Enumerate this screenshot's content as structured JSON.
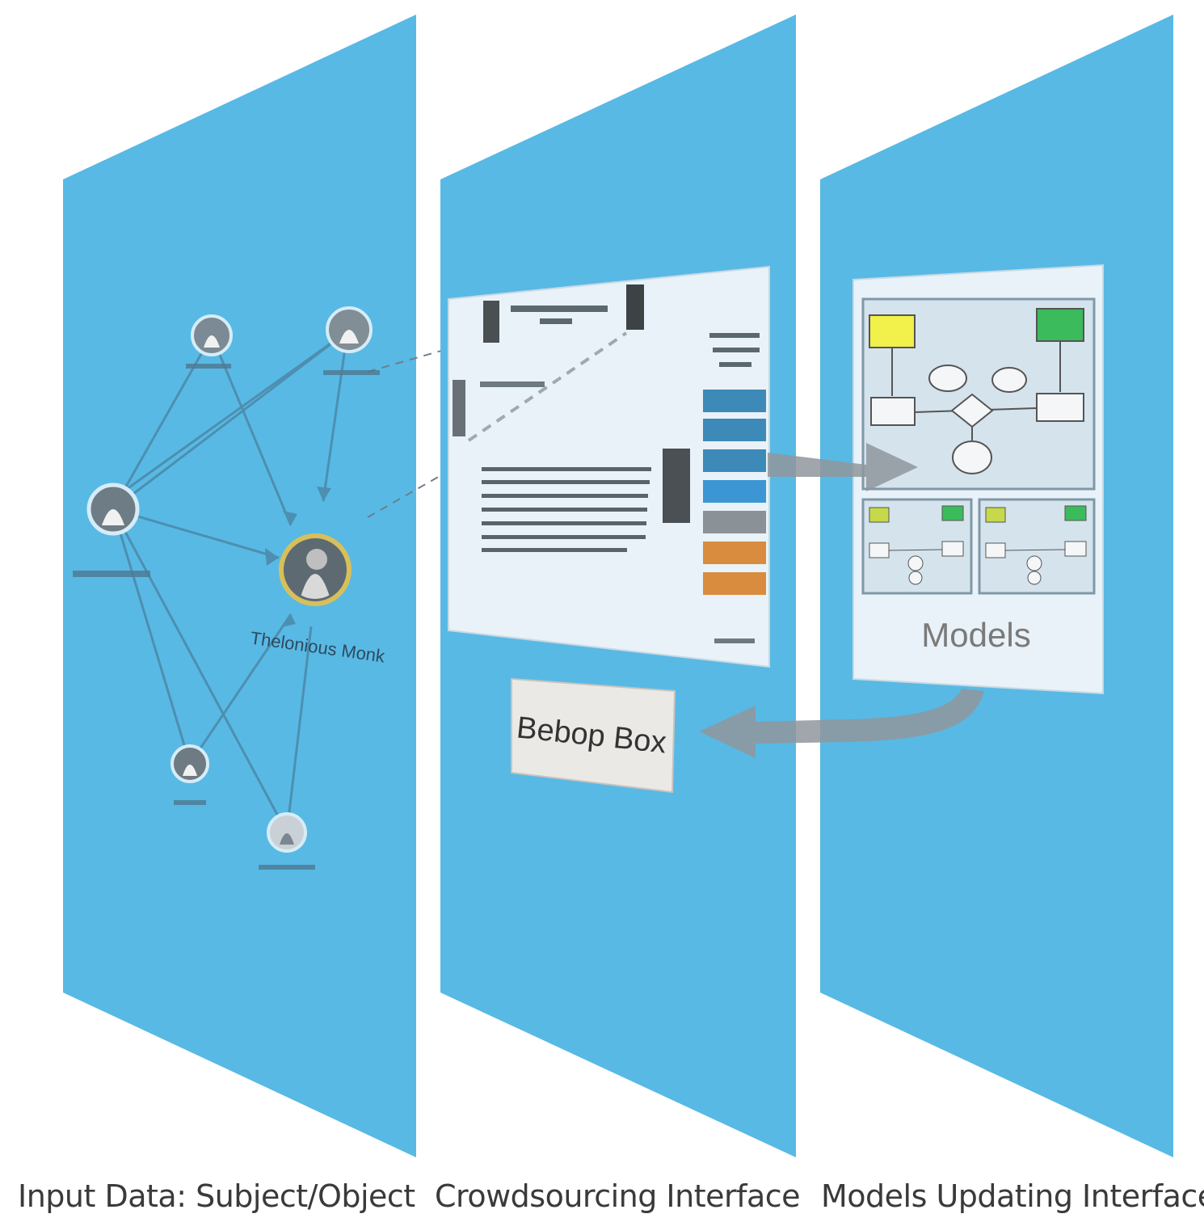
{
  "figure": {
    "colors": {
      "panel": "#58b9e5",
      "screen": "#e9f2f8",
      "arrow": "#8f979c",
      "node_ring": "#cfe7f3",
      "focus_ring": "#d7c05a",
      "edge": "#4d8fb0",
      "button_blue": "#3f8fc4",
      "button_gray": "#8a9298",
      "button_orange": "#d98c3e"
    },
    "captions": {
      "input": "Input Data: Subject/Object",
      "crowd": "Crowdsourcing Interface",
      "models": "Models Updating Interface"
    },
    "graph": {
      "focus_label": "Thelonious Monk"
    },
    "crowd_screen": {
      "bebop_label": "Bebop Box"
    },
    "models_screen": {
      "title": "Models"
    }
  }
}
